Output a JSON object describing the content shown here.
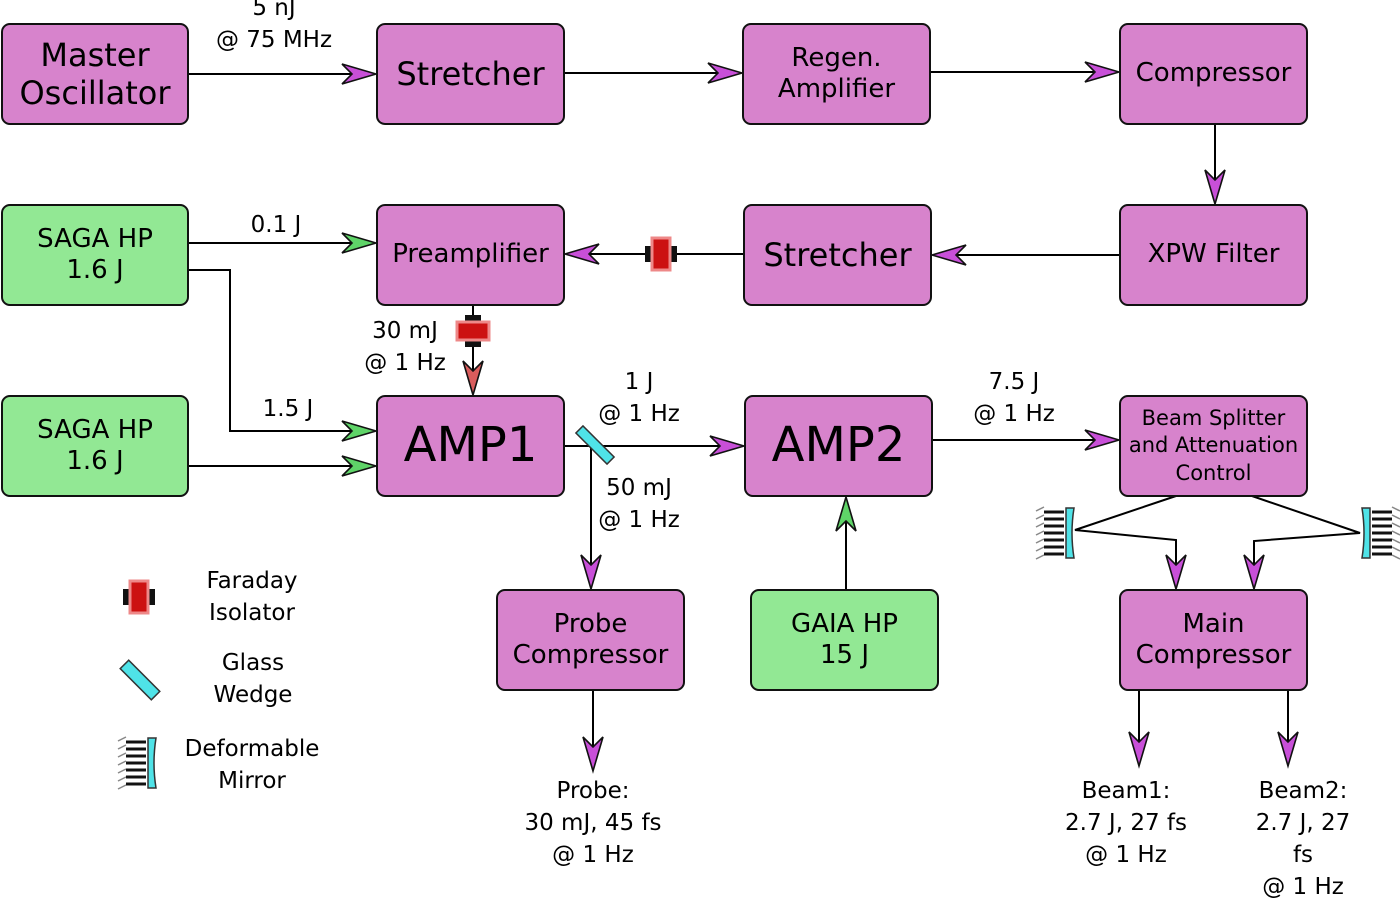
{
  "colors": {
    "box_purple": "#d783cc",
    "box_green": "#92e894",
    "arrowhead_purple": "#c84fd8",
    "arrowhead_green": "#5fd468",
    "arrowhead_red": "#d95c5c",
    "faraday_red": "#cc1111",
    "glass_wedge": "#4fe3e8"
  },
  "boxes": {
    "master_oscillator": "Master\nOscillator",
    "stretcher_1": "Stretcher",
    "regen_amplifier": "Regen.\nAmplifier",
    "compressor": "Compressor",
    "saga_hp_1": "SAGA HP\n1.6 J",
    "preamplifier": "Preamplifier",
    "stretcher_2": "Stretcher",
    "xpw_filter": "XPW Filter",
    "saga_hp_2": "SAGA HP\n1.6 J",
    "amp1": "AMP1",
    "amp2": "AMP2",
    "beam_splitter": "Beam Splitter\nand Attenuation\nControl",
    "probe_compressor": "Probe\nCompressor",
    "gaia_hp": "GAIA HP\n15 J",
    "main_compressor": "Main\nCompressor"
  },
  "labels": {
    "osc_out": "5 nJ\n@ 75 MHz",
    "saga1_pre": "0.1 J",
    "pre_out": "30 mJ\n@ 1 Hz",
    "saga1_amp1": "1.5 J",
    "amp1_out": "1 J\n@ 1 Hz",
    "probe_split": "50 mJ\n@ 1 Hz",
    "amp2_out": "7.5 J\n@ 1 Hz",
    "probe_out": "Probe:\n30 mJ, 45 fs\n@ 1 Hz",
    "beam1_out": "Beam1:\n2.7 J, 27 fs\n@ 1 Hz",
    "beam2_out": "Beam2:\n2.7 J, 27 fs\n@ 1 Hz"
  },
  "legend": {
    "faraday": "Faraday\nIsolator",
    "glass_wedge": "Glass\nWedge",
    "deformable_mirror": "Deformable\nMirror"
  }
}
